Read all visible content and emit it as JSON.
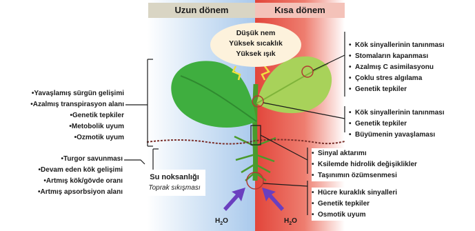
{
  "headers": {
    "left": "Uzun dönem",
    "right": "Kısa dönem"
  },
  "cloud": {
    "lines": [
      "Düşük nem",
      "Yüksek sıcaklık",
      "Yüksek ışık"
    ]
  },
  "right_top_list": [
    "Kök sinyallerinin tanınması",
    "Stomaların kapanması",
    "Azalmış C asimilasyonu",
    "Çoklu stres algılama",
    "Genetik tepkiler"
  ],
  "right_mid_list": [
    "Kök sinyallerinin tanınması",
    "Genetik tepkiler",
    "Büyümenin yavaşlaması"
  ],
  "right_root_list": [
    "Sinyal aktarımı",
    "Ksilemde hidrolik değişiklikler",
    "Taşınımın özümsenmesi"
  ],
  "right_bottom_list": [
    "Hücre kuraklık sinyalleri",
    "Genetik tepkiler",
    "Osmotik uyum"
  ],
  "left_top_list": [
    "Yavaşlamış sürgün gelişimi",
    "Azalmış transpirasyon alanı",
    "Genetik tepkiler",
    "Metobolik uyum",
    "Ozmotik uyum"
  ],
  "left_bottom_list": [
    "Turgor savunması",
    "Devam eden kök gelişimi",
    "Artmış kök/gövde oranı",
    "Artmış apsorbsiyon alanı"
  ],
  "water_box": {
    "title": "Su noksanlığı",
    "subtitle": "Toprak sıkışması"
  },
  "h2o": {
    "left": "H",
    "left_sub": "2",
    "left_end": "O",
    "right": "H",
    "right_sub": "2",
    "right_end": "O"
  },
  "colors": {
    "leaf_left": "#3fae3f",
    "leaf_right": "#a8d25a",
    "stem": "#4a9a2c",
    "water_arrow": "#6a3fbf",
    "long_term_bg": "#a9c9ec",
    "short_term_bg": "#e2453a"
  }
}
